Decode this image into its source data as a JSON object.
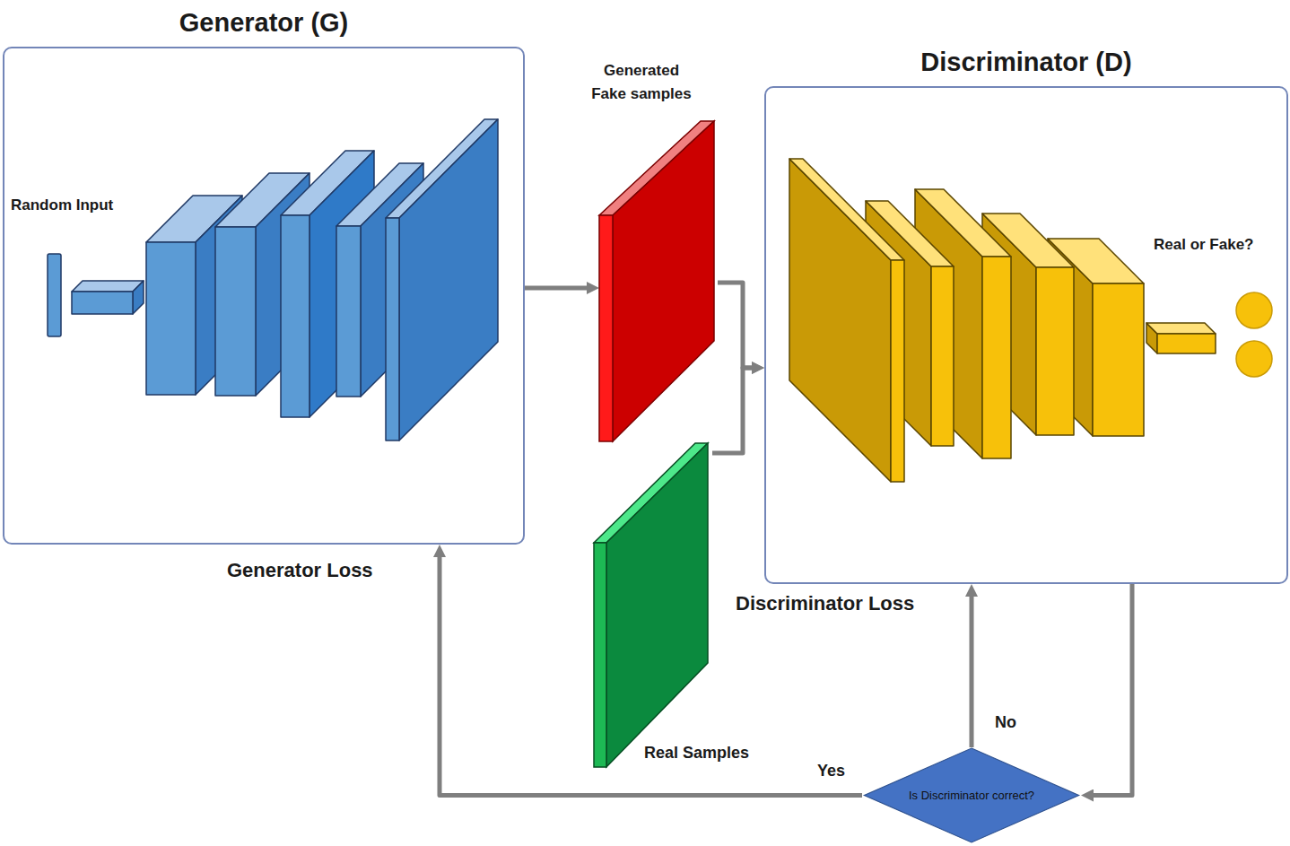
{
  "diagram": {
    "nodes": [
      {
        "text": [
          "Generator (G)"
        ]
      },
      {
        "text": [
          "Generated Fake samples"
        ]
      },
      {
        "text": [
          "Real Samples"
        ]
      },
      {
        "text": [
          "Discriminator (D)"
        ]
      },
      {
        "text": [
          "Is Discriminator correct?"
        ]
      }
    ],
    "edges": [
      {
        "from": 0,
        "to": 1,
        "arrow": "to"
      },
      {
        "from": 1,
        "to": 3,
        "arrow": "to"
      },
      {
        "from": 2,
        "to": 3,
        "arrow": "to"
      },
      {
        "from": 3,
        "to": 4,
        "arrow": "to"
      },
      {
        "from": 4,
        "to": 3,
        "label": "No",
        "arrow": "to"
      },
      {
        "from": 4,
        "to": 0,
        "label": "Yes",
        "arrow": "to"
      }
    ],
    "labels": [
      "Random Input",
      "Real or Fake?",
      "Generator Loss",
      "Discriminator Loss"
    ]
  }
}
